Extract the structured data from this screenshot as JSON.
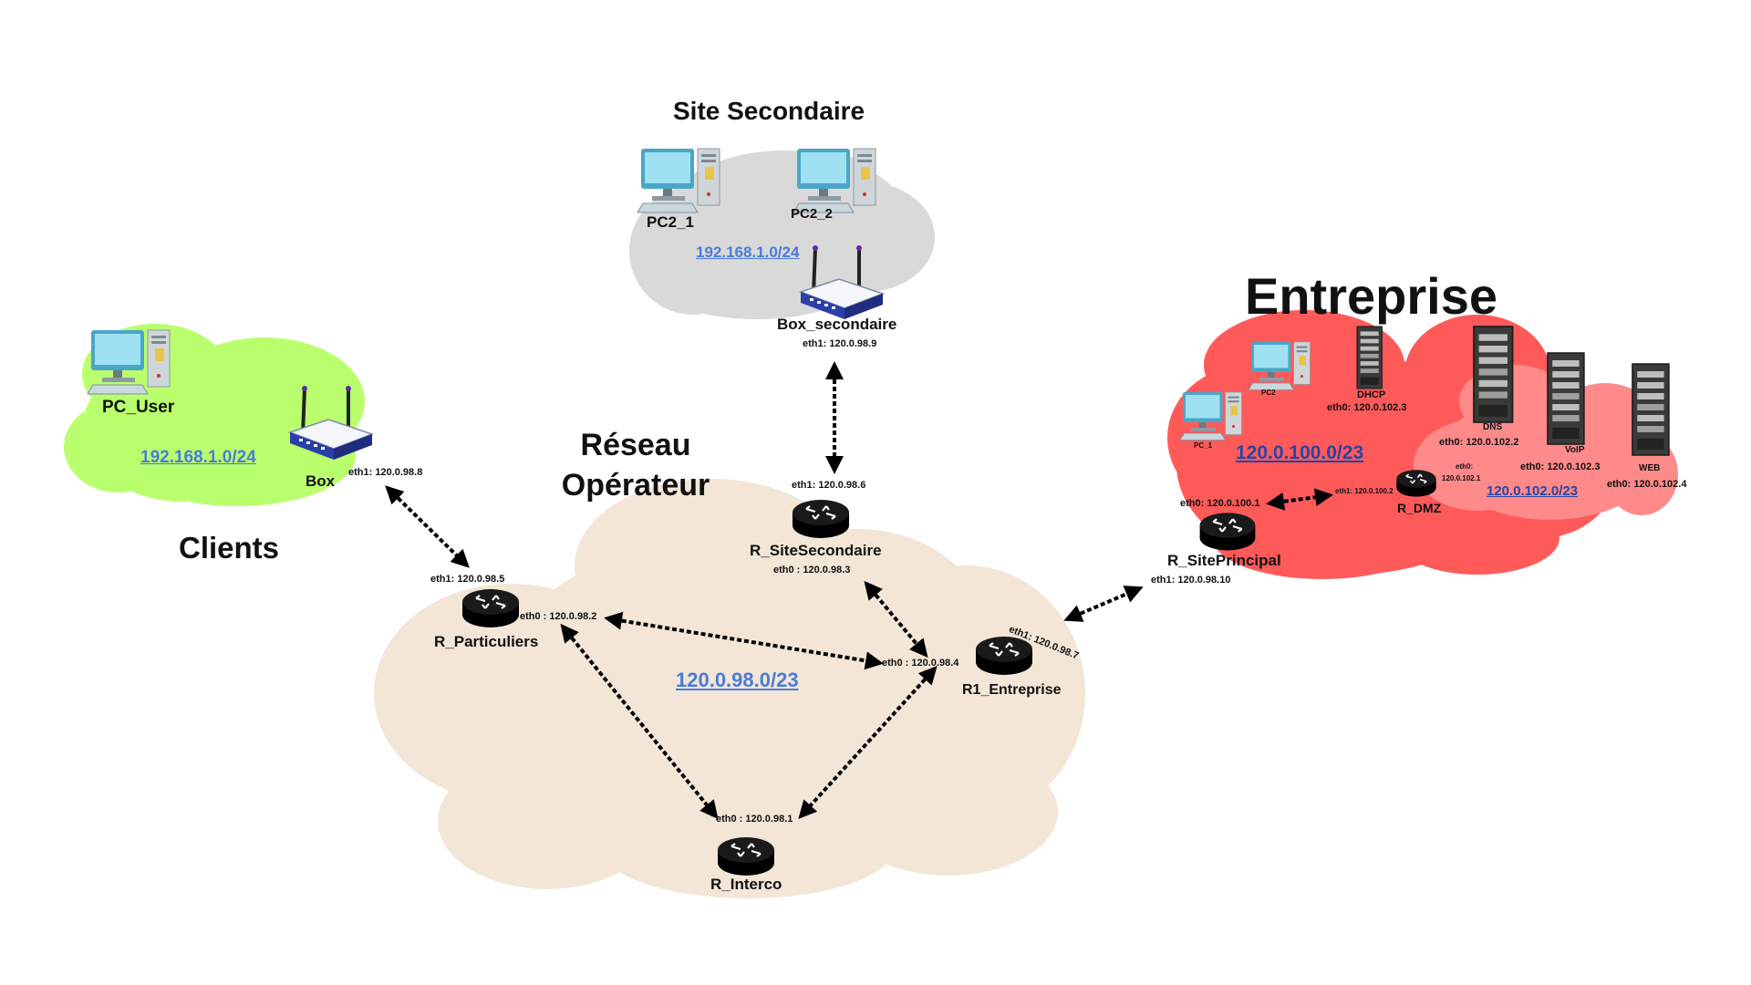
{
  "zones": {
    "clients": {
      "title": "Clients",
      "subnet": "192.168.1.0/24",
      "color": "#b9ff6e"
    },
    "site_secondaire": {
      "title": "Site Secondaire",
      "subnet": "192.168.1.0/24",
      "color": "#d9d9d9"
    },
    "operateur": {
      "title_line1": "Réseau",
      "title_line2": "Opérateur",
      "subnet": "120.0.98.0/23",
      "color": "#f3e6d6"
    },
    "entreprise": {
      "title": "Entreprise",
      "subnet_main": "120.0.100.0/23",
      "subnet_dmz": "120.0.102.0/23",
      "color": "#ff5a5a",
      "dmz_color": "#ff8a8a"
    }
  },
  "devices": {
    "pc_user": {
      "name": "PC_User",
      "icon": "pc-icon"
    },
    "box": {
      "name": "Box",
      "iface": "eth1: 120.0.98.8",
      "icon": "wifi-router-icon"
    },
    "pc2_1": {
      "name": "PC2_1",
      "icon": "pc-icon"
    },
    "pc2_2": {
      "name": "PC2_2",
      "icon": "pc-icon"
    },
    "box_secondaire": {
      "name": "Box_secondaire",
      "iface": "eth1: 120.0.98.9",
      "icon": "wifi-router-icon"
    },
    "r_sitesecondaire": {
      "name": "R_SiteSecondaire",
      "iface_top": "eth1: 120.0.98.6",
      "iface_bottom": "eth0 : 120.0.98.3",
      "icon": "router-icon"
    },
    "r_particuliers": {
      "name": "R_Particuliers",
      "iface_top": "eth1: 120.0.98.5",
      "iface_right": "eth0 : 120.0.98.2",
      "icon": "router-icon"
    },
    "r1_entreprise": {
      "name": "R1_Entreprise",
      "iface_left": "eth0 : 120.0.98.4",
      "iface_top": "eth1: 120.0.98.7",
      "icon": "router-icon"
    },
    "r_interco": {
      "name": "R_Interco",
      "iface": "eth0 : 120.0.98.1",
      "icon": "router-icon"
    },
    "r_siteprincipal": {
      "name": "R_SitePrincipal",
      "iface_top": "eth0: 120.0.100.1",
      "iface_bottom": "eth1: 120.0.98.10",
      "icon": "router-icon"
    },
    "r_dmz": {
      "name": "R_DMZ",
      "iface_left": "eth1: 120.0.100.2",
      "iface_right_1": "eth0:",
      "iface_right_2": "120.0.102.1",
      "icon": "router-icon"
    },
    "pc_1": {
      "name": "PC_1",
      "icon": "pc-icon"
    },
    "pc2": {
      "name": "PC2",
      "icon": "pc-icon"
    },
    "dhcp": {
      "name": "DHCP",
      "iface": "eth0: 120.0.102.3",
      "icon": "server-icon"
    },
    "dns": {
      "name": "DNS",
      "iface": "eth0: 120.0.102.2",
      "icon": "server-icon"
    },
    "voip": {
      "name": "VoIP",
      "iface": "eth0: 120.0.102.3",
      "icon": "server-icon"
    },
    "web": {
      "name": "WEB",
      "iface": "eth0: 120.0.102.4",
      "icon": "server-icon"
    }
  }
}
